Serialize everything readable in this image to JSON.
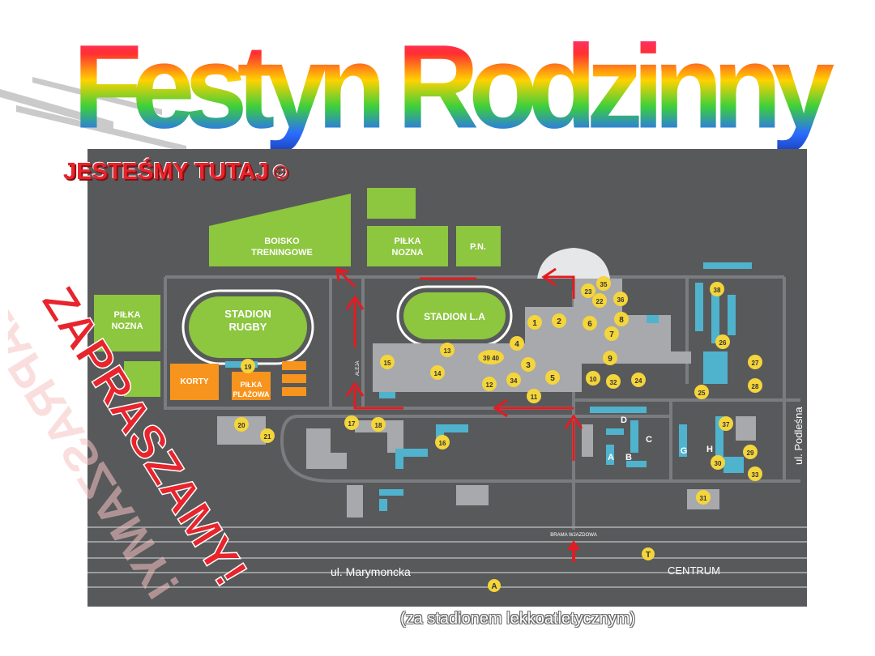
{
  "header": {
    "title": "Festyn Rodzinny"
  },
  "callout": {
    "here_text": "JESTEŚMY TUTAJ",
    "smiley": "☺",
    "invite_text": "ZAPRASZAMY!",
    "caption": "(za stadionem lekkoatletycznym)"
  },
  "map": {
    "areas": {
      "training_field": "BOISKO\nTRENINGOWE",
      "football_1": "PIŁKA\nNOZNA",
      "football_2": "PIŁKA\nNOZNA",
      "pn": "P.N.",
      "stadium_rugby": "STADION\nRUGBY",
      "stadium_la": "STADION L.A",
      "courts": "KORTY",
      "beach": "PIŁKA\nPLAŻOWA"
    },
    "letters": [
      "A",
      "B",
      "C",
      "D",
      "G",
      "H"
    ],
    "buildings": [
      "1",
      "2",
      "3",
      "4",
      "5",
      "6",
      "7",
      "8",
      "9",
      "10",
      "11",
      "12",
      "13",
      "14",
      "15",
      "16",
      "17",
      "18",
      "19",
      "20",
      "21",
      "22",
      "23",
      "24",
      "25",
      "26",
      "27",
      "28",
      "29",
      "30",
      "31",
      "32",
      "33",
      "34",
      "35",
      "36",
      "37",
      "38",
      "39",
      "40"
    ],
    "streets": {
      "marymoncka": "ul. Marymoncka",
      "podlesna": "ul. Podleśna",
      "centrum": "CENTRUM",
      "gate": "BRAMA WJAZDOWA",
      "alley": "ALEJA"
    },
    "transit": {
      "tram": "T",
      "bus": "A"
    }
  },
  "colors": {
    "map_bg": "#58595b",
    "road": "#6d6e71",
    "field": "#8dc63f",
    "building": "#a7a9ac",
    "blue_building": "#4fb3ce",
    "orange": "#f7941d",
    "marker": "#f4d53b",
    "arrow": "#e21c21"
  }
}
